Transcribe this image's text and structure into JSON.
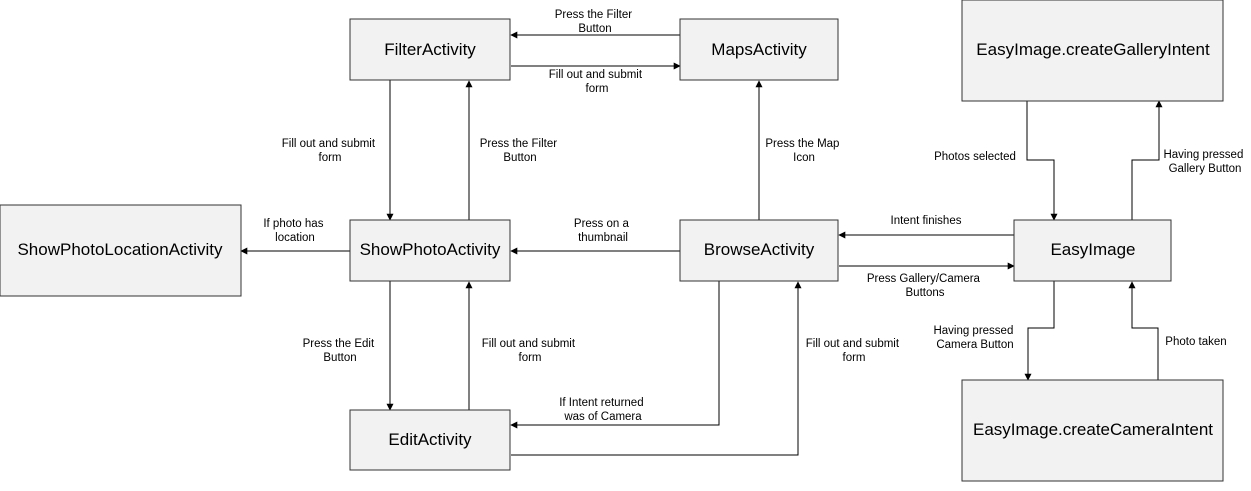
{
  "nodes": {
    "filter": "FilterActivity",
    "maps": "MapsActivity",
    "gallery_intent": "EasyImage.createGalleryIntent",
    "show_location": "ShowPhotoLocationActivity",
    "show_photo": "ShowPhotoActivity",
    "browse": "BrowseActivity",
    "easyimage": "EasyImage",
    "edit": "EditActivity",
    "camera_intent": "EasyImage.createCameraIntent"
  },
  "edges": {
    "maps_to_filter": [
      "Press the Filter",
      "Button"
    ],
    "filter_to_maps": [
      "Fill out and submit",
      "form"
    ],
    "filter_to_showphoto": [
      "Fill out and submit",
      "form"
    ],
    "showphoto_to_filter": [
      "Press the Filter",
      "Button"
    ],
    "browse_to_maps": [
      "Press the Map",
      "Icon"
    ],
    "showphoto_to_location": [
      "If photo has",
      "location"
    ],
    "browse_to_showphoto": [
      "Press on a",
      "thumbnail"
    ],
    "easyimage_to_browse": [
      "Intent finishes"
    ],
    "browse_to_easyimage": [
      "Press Gallery/Camera",
      "Buttons"
    ],
    "gallery_to_easyimage": [
      "Photos selected"
    ],
    "easyimage_to_gallery": [
      "Having pressed",
      "Gallery Button"
    ],
    "showphoto_to_edit": [
      "Press the Edit",
      "Button"
    ],
    "edit_to_showphoto": [
      "Fill out and submit",
      "form"
    ],
    "browse_to_edit": [
      "If Intent returned",
      "was of Camera"
    ],
    "edit_to_browse": [
      "Fill out and submit",
      "form"
    ],
    "easyimage_to_camera": [
      "Having pressed",
      "Camera Button"
    ],
    "camera_to_easyimage": [
      "Photo taken"
    ]
  }
}
